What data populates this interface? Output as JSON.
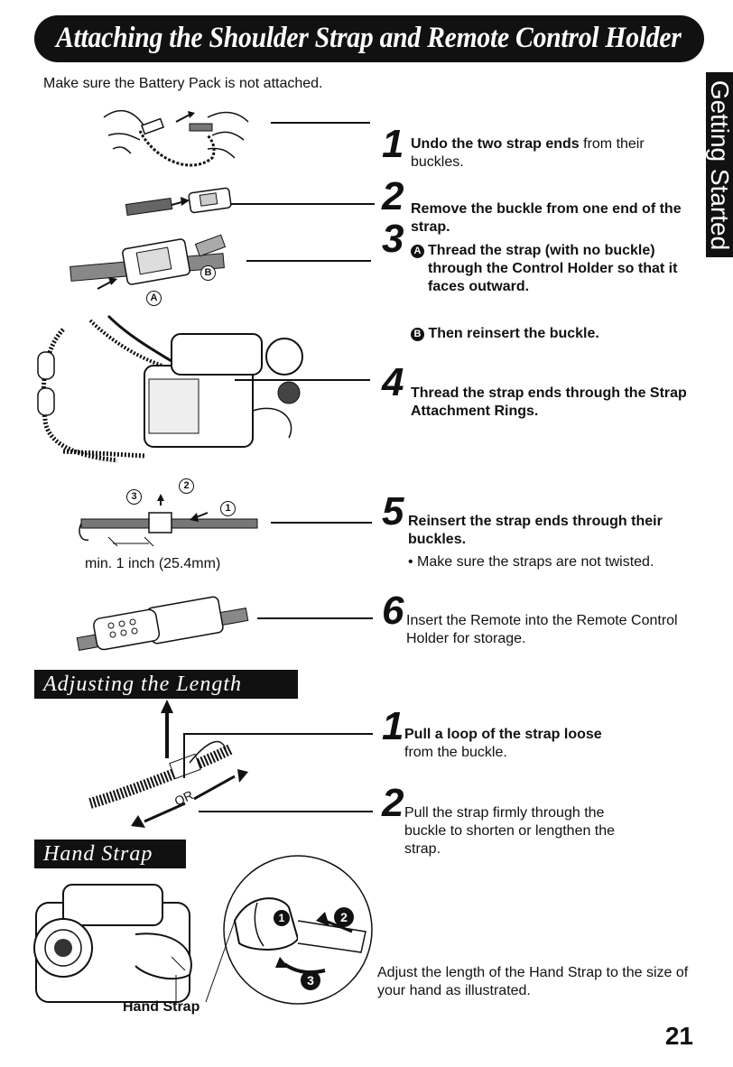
{
  "header": {
    "title": "Attaching the Shoulder Strap and Remote Control Holder"
  },
  "side_tab": {
    "label": "Getting Started"
  },
  "intro": "Make sure the Battery Pack is not attached.",
  "steps_attach": [
    {
      "num": "1",
      "bold": "Undo the two strap ends",
      "rest": " from their buckles."
    },
    {
      "num": "2",
      "bold": "Remove the buckle from one end of the strap.",
      "rest": ""
    },
    {
      "num": "3",
      "a_marker": "A",
      "a_text": "Thread the strap (with no buckle) through the Control Holder so that it faces outward.",
      "b_marker": "B",
      "b_text": "Then reinsert the buckle."
    },
    {
      "num": "4",
      "bold": "Thread the strap ends through the Strap Attachment Rings.",
      "rest": ""
    },
    {
      "num": "5",
      "bold": "Reinsert the strap ends through their buckles.",
      "rest": "",
      "bullet": "• Make sure the straps are not twisted."
    },
    {
      "num": "6",
      "bold": "",
      "rest": "Insert the Remote into the Remote Control Holder for storage."
    }
  ],
  "figure_labels": {
    "a": "A",
    "b": "B",
    "c1": "1",
    "c2": "2",
    "c3": "3",
    "min_length": "min. 1 inch (25.4mm)",
    "or": "OR",
    "hand_strap": "Hand Strap",
    "b1": "1",
    "b2": "2",
    "b3": "3"
  },
  "adjusting": {
    "heading": "Adjusting the Length",
    "steps": [
      {
        "num": "1",
        "bold": "Pull a loop of the strap loose",
        "rest": "from the buckle."
      },
      {
        "num": "2",
        "bold": "",
        "rest": "Pull the strap firmly through the buckle to shorten or lengthen the strap."
      }
    ]
  },
  "hand_strap": {
    "heading": "Hand Strap",
    "text": "Adjust the length of the Hand Strap to the size of your hand as illustrated."
  },
  "page_number": "21"
}
